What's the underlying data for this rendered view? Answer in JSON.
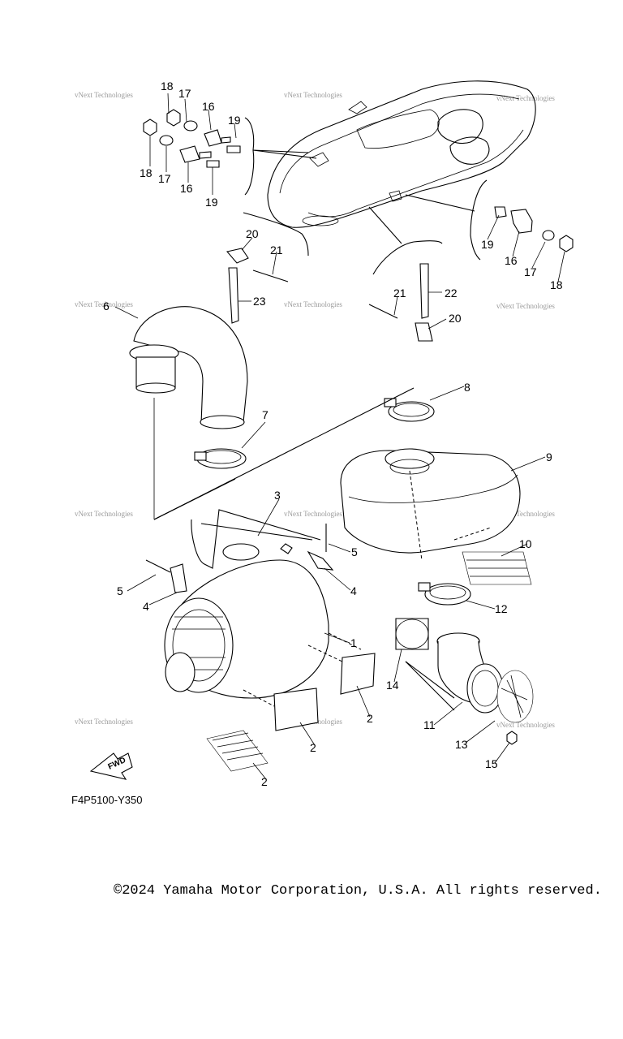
{
  "watermark": "vNext Technologies",
  "diagram_code": "F4P5100-Y350",
  "fwd_label": "FWD",
  "copyright": "©2024 Yamaha Motor Corporation, U.S.A. All rights reserved.",
  "callouts": [
    "18",
    "17",
    "16",
    "19",
    "18",
    "17",
    "16",
    "19",
    "20",
    "21",
    "23",
    "19",
    "16",
    "17",
    "18",
    "21",
    "22",
    "20",
    "6",
    "8",
    "9",
    "7",
    "3",
    "5",
    "5",
    "4",
    "4",
    "10",
    "12",
    "1",
    "14",
    "2",
    "11",
    "2",
    "13",
    "15",
    "2"
  ]
}
